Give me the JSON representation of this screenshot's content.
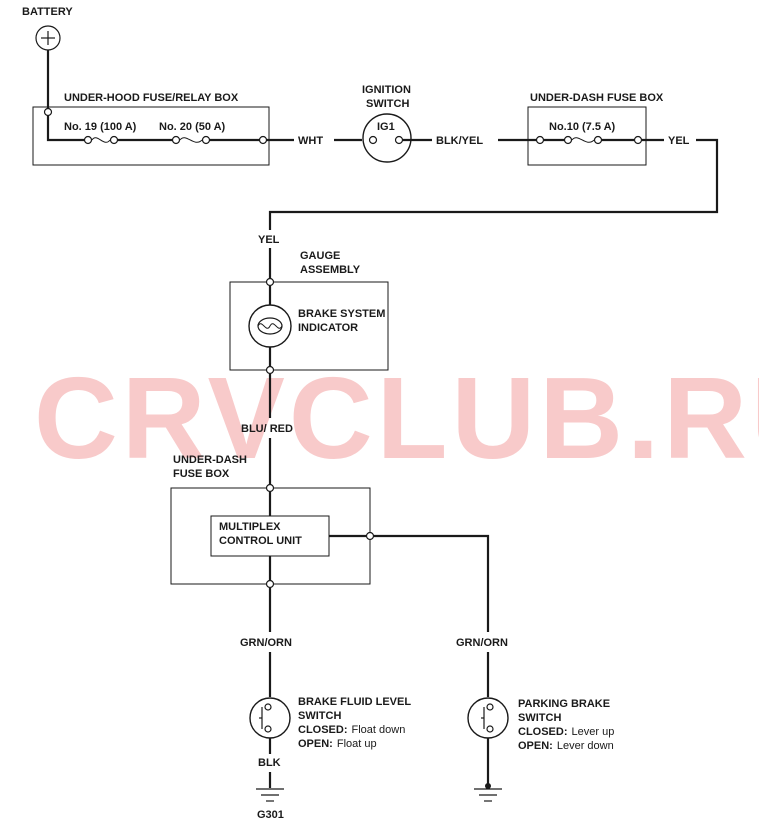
{
  "watermark": "CRVCLUB.RU",
  "battery": {
    "label": "BATTERY"
  },
  "under_hood_box": {
    "label": "UNDER-HOOD FUSE/RELAY BOX",
    "fuse_a": "No. 19 (100 A)",
    "fuse_b": "No. 20 (50 A)"
  },
  "wires": {
    "wht": "WHT",
    "blk_yel": "BLK/YEL",
    "yel_right": "YEL",
    "yel_down": "YEL",
    "blu_red": "BLU/ RED",
    "grn_orn_left": "GRN/ORN",
    "grn_orn_right": "GRN/ORN",
    "blk": "BLK"
  },
  "ignition_switch": {
    "label_line1": "IGNITION",
    "label_line2": "SWITCH",
    "position": "IG1"
  },
  "under_dash_fuse": {
    "label": "UNDER-DASH FUSE BOX",
    "fuse": "No.10 (7.5 A)"
  },
  "gauge": {
    "label_line1": "GAUGE",
    "label_line2": "ASSEMBLY",
    "indicator_line1": "BRAKE SYSTEM",
    "indicator_line2": "INDICATOR"
  },
  "under_dash_box2": {
    "label_line1": "UNDER-DASH",
    "label_line2": "FUSE BOX"
  },
  "mcu": {
    "label_line1": "MULTIPLEX",
    "label_line2": "CONTROL UNIT"
  },
  "fluid_switch": {
    "label_line1": "BRAKE FLUID LEVEL",
    "label_line2": "SWITCH",
    "closed_key": "CLOSED:",
    "closed_val": "Float down",
    "open_key": "OPEN:",
    "open_val": "Float up"
  },
  "parking_switch": {
    "label_line1": "PARKING BRAKE",
    "label_line2": "SWITCH",
    "closed_key": "CLOSED:",
    "closed_val": "Lever up",
    "open_key": "OPEN:",
    "open_val": "Lever down"
  },
  "ground": {
    "label": "G301"
  }
}
